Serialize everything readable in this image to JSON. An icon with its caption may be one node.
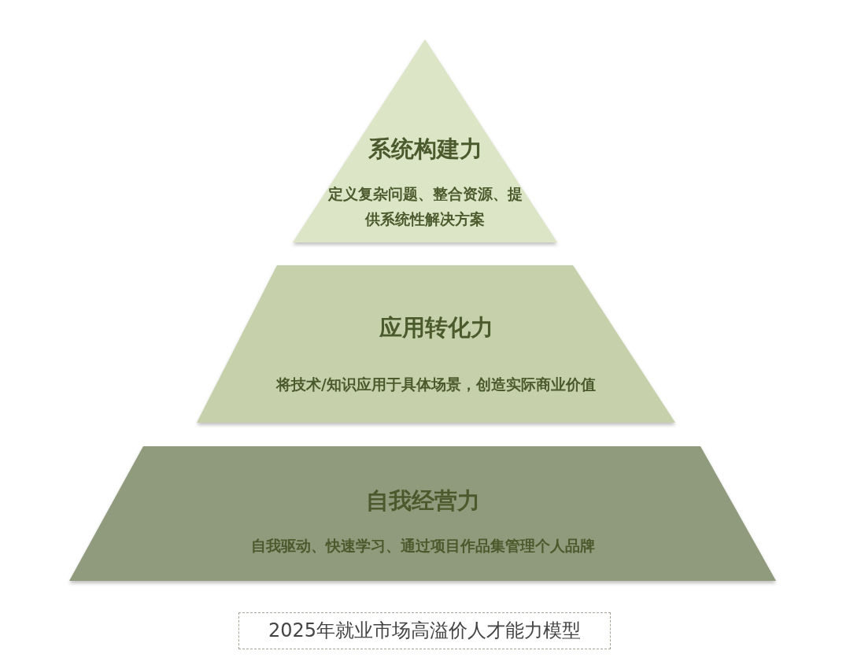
{
  "diagram": {
    "caption": "2025年就业市场高溢价人才能力模型",
    "nodes": [
      {
        "text": [
          "系统构建力",
          "定义复杂问题、整合资源、提供系统性解决方案"
        ]
      },
      {
        "text": [
          "应用转化力",
          "将技术/知识应用于具体场景，创造实际商业价值"
        ]
      },
      {
        "text": [
          "自我经营力",
          "自我驱动、快速学习、通过项目作品集管理个人品牌"
        ]
      }
    ],
    "edges": []
  }
}
